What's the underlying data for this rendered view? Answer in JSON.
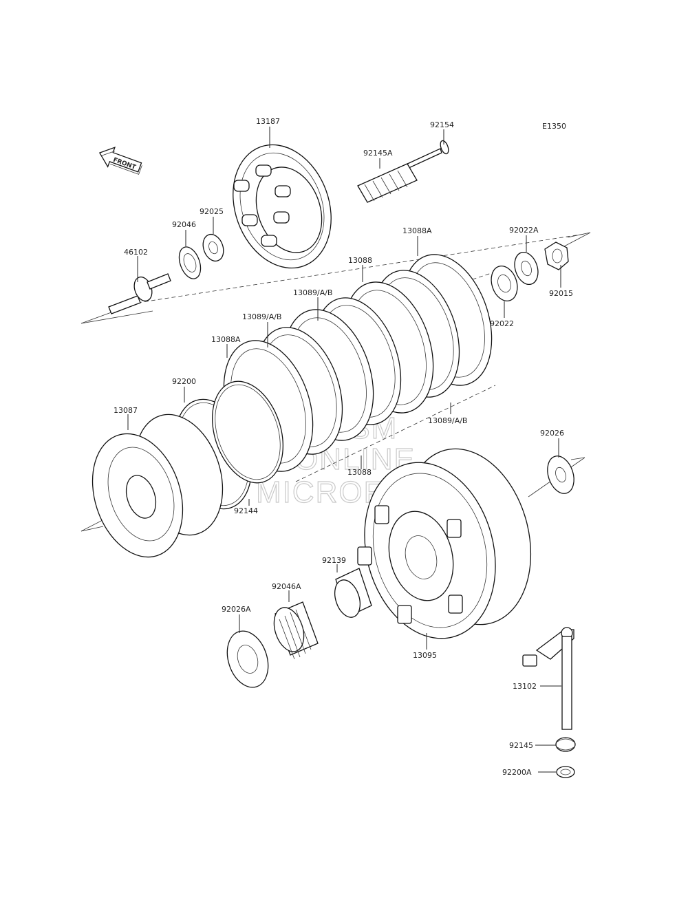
{
  "diagram": {
    "code": "E1350",
    "front_label": "FRONT",
    "watermark": [
      "HLSM",
      "ONLINE",
      "MICROFICHE"
    ],
    "labels": {
      "p13187": "13187",
      "p92154": "92154",
      "p92145A": "92145A",
      "p92025": "92025",
      "p92046": "92046",
      "p46102": "46102",
      "p13088A_top": "13088A",
      "p92022A": "92022A",
      "p13088_top": "13088",
      "p13089AB_1": "13089/A/B",
      "p13089AB_2": "13089/A/B",
      "p92015": "92015",
      "p92022": "92022",
      "p13088A_left": "13088A",
      "p92200": "92200",
      "p13087": "13087",
      "p13089AB_3": "13089/A/B",
      "p92026": "92026",
      "p13088_bottom": "13088",
      "p92144": "92144",
      "p92139": "92139",
      "p92046A": "92046A",
      "p92026A": "92026A",
      "p13095": "13095",
      "p13102": "13102",
      "p92145": "92145",
      "p92200A": "92200A"
    }
  }
}
